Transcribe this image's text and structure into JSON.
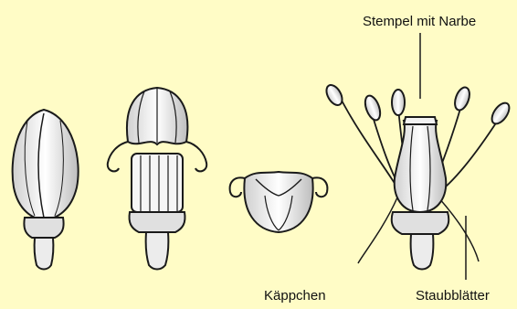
{
  "figure": {
    "background": "#fffcc6",
    "ink": "#1a1a1a",
    "fill": "#ffffff",
    "shade": "#d6d6d6",
    "stages": [
      "closed-bud-illustration",
      "bud-with-rising-cap-illustration",
      "detached-cap-illustration",
      "open-flower-illustration"
    ]
  },
  "labels": {
    "stempel": "Stempel mit Narbe",
    "kappchen": "Käppchen",
    "staubblaetter": "Staubblätter"
  }
}
